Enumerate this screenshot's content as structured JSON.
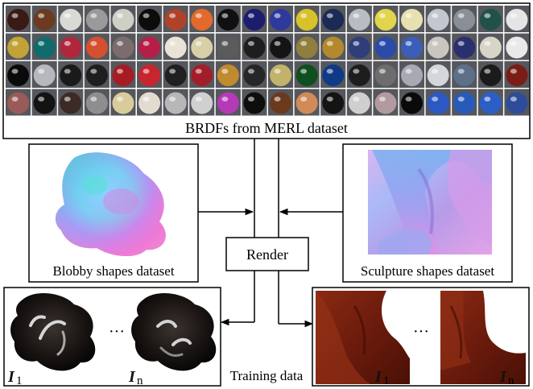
{
  "merl": {
    "caption": "BRDFs from MERL dataset",
    "sphere_colors": [
      [
        "#3a1a14",
        "#6b3a20",
        "#d9d9d6",
        "#9a9a9a",
        "#d0cfc6",
        "#0c0c0c",
        "#b0422a",
        "#e26a2b",
        "#101010",
        "#1d1d6e",
        "#2d3a9c",
        "#d8c22a",
        "#1c2a56",
        "#b8bcc3",
        "#e2d54b",
        "#e7e0b0",
        "#c3c7cf",
        "#8a8f97",
        "#20524a",
        "#e5e5e5"
      ],
      [
        "#c2a236",
        "#0f6b6c",
        "#b0273b",
        "#d4502e",
        "#7b6d6d",
        "#b61e47",
        "#e8e2d9",
        "#d7cfa7",
        "#5b5b5b",
        "#1e1e1e",
        "#141414",
        "#8f7e3c",
        "#b28a2d",
        "#2d3e7a",
        "#2b4ba8",
        "#3b5fb8",
        "#c9c6bf",
        "#2a2f6f",
        "#d8d5c8",
        "#e9e9e9"
      ],
      [
        "#0a0a0a",
        "#b5b8bd",
        "#1a1a1a",
        "#1e1e1e",
        "#a51c24",
        "#c9252f",
        "#202020",
        "#a21e2a",
        "#c08b2e",
        "#262626",
        "#c2b36c",
        "#0f4e1f",
        "#0f3a86",
        "#1d1d1d",
        "#6d6d6d",
        "#a7aab4",
        "#d3d6da",
        "#5e6f8a",
        "#1b1b1b",
        "#7a1d17"
      ],
      [
        "#9a5a58",
        "#131313",
        "#3d2a26",
        "#8e8e8e",
        "#d8cc9c",
        "#e2dcd0",
        "#b7b7b7",
        "#d0d0d0",
        "#b43ab8",
        "#0e0e0e",
        "#6b3a1e",
        "#d08b58",
        "#141414",
        "#cfcfcf",
        "#b29aa0",
        "#0a0a0a",
        "#2b58c2",
        "#275bb9",
        "#2b5fc7",
        "#2d4c9c"
      ]
    ]
  },
  "blobby": {
    "caption": "Blobby shapes dataset"
  },
  "sculpture": {
    "caption": "Sculpture shapes dataset"
  },
  "render": {
    "label": "Render"
  },
  "training": {
    "caption": "Training data",
    "ellipsis": "···",
    "i_symbol": "I",
    "sub_1": "1",
    "sub_n": "n"
  }
}
